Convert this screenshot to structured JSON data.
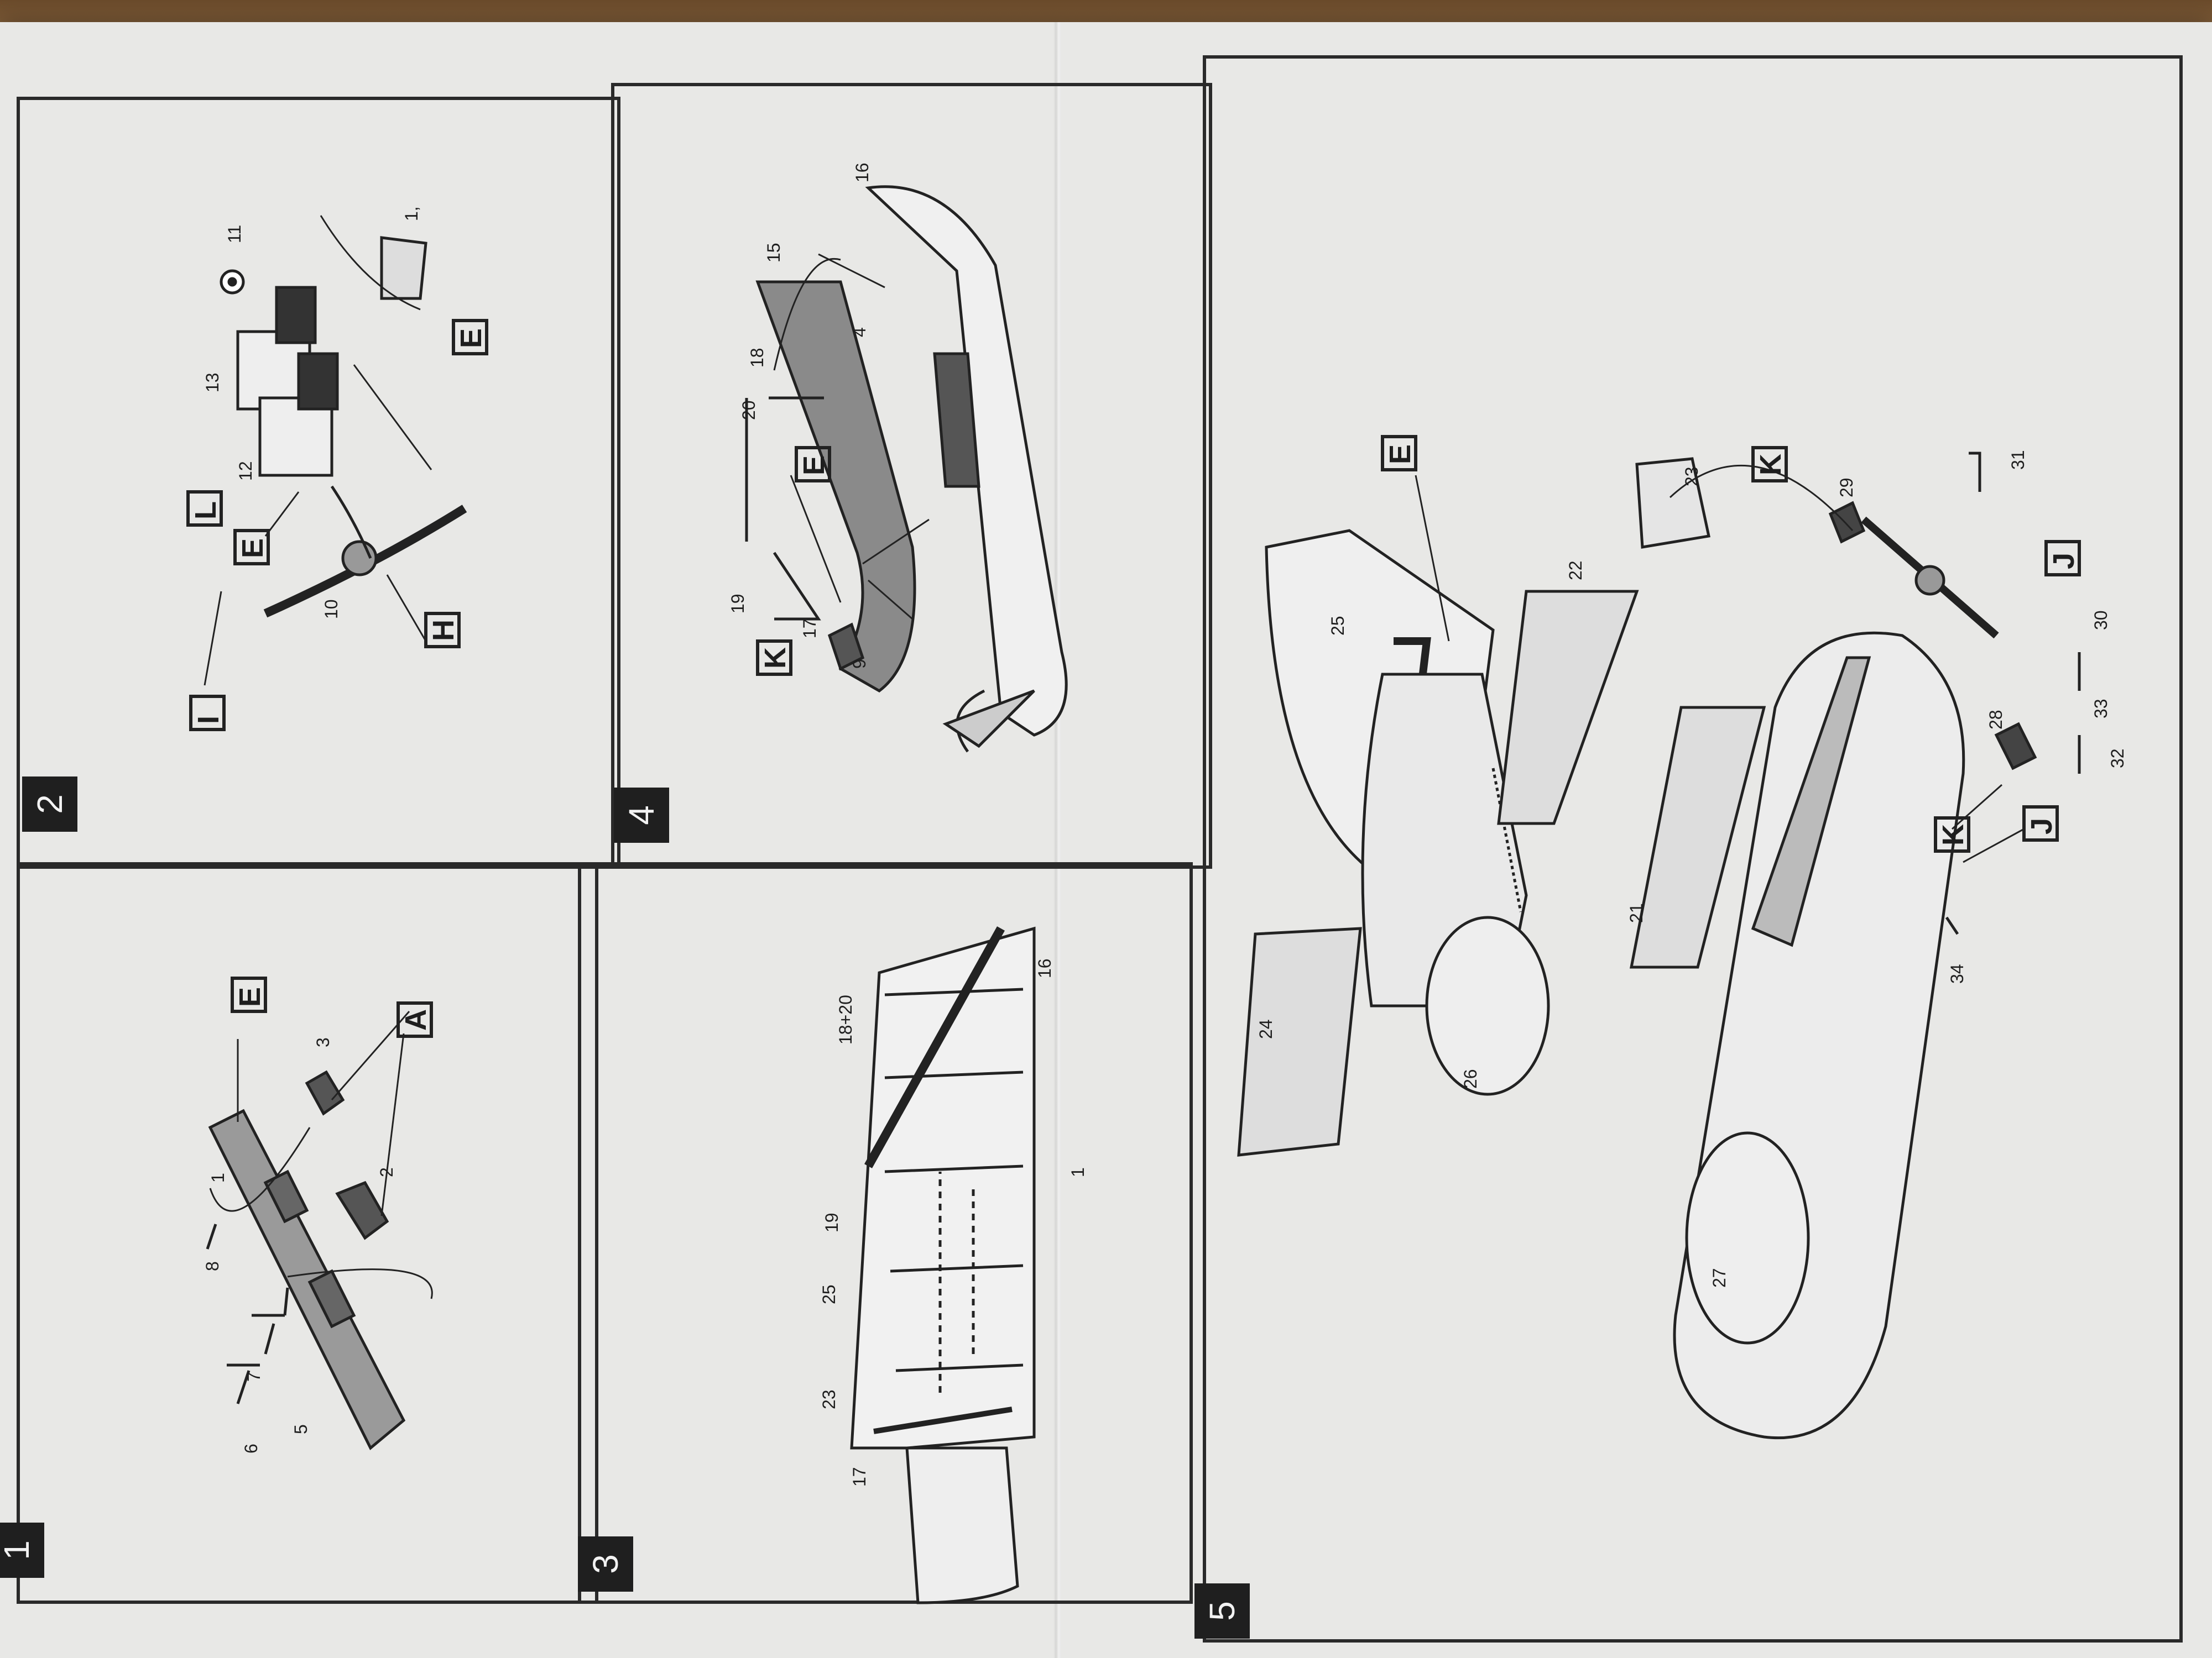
{
  "steps": [
    {
      "id": "1",
      "label": "1"
    },
    {
      "id": "2",
      "label": "2"
    },
    {
      "id": "3",
      "label": "3"
    },
    {
      "id": "4",
      "label": "4"
    },
    {
      "id": "5",
      "label": "5"
    }
  ],
  "step1_parts": [
    "1",
    "2",
    "3",
    "5",
    "6",
    "7",
    "8"
  ],
  "step1_refs": [
    "E",
    "A"
  ],
  "step2_parts": [
    "10",
    "11",
    "12",
    "13",
    "1,"
  ],
  "step2_refs": [
    "I",
    "E",
    "H",
    "L",
    "E"
  ],
  "step3_parts": [
    "1",
    "16",
    "17",
    "18+20",
    "19",
    "23",
    "25"
  ],
  "step4_parts": [
    "4",
    "9",
    "15",
    "16",
    "17",
    "18",
    "19",
    "20"
  ],
  "step4_refs": [
    "K",
    "E"
  ],
  "step5_parts": [
    "21",
    "22",
    "23",
    "24",
    "25",
    "26",
    "27",
    "28",
    "29",
    "30",
    "31",
    "32",
    "33",
    "34"
  ],
  "step5_refs": [
    "E",
    "K",
    "J",
    "K",
    "J"
  ]
}
